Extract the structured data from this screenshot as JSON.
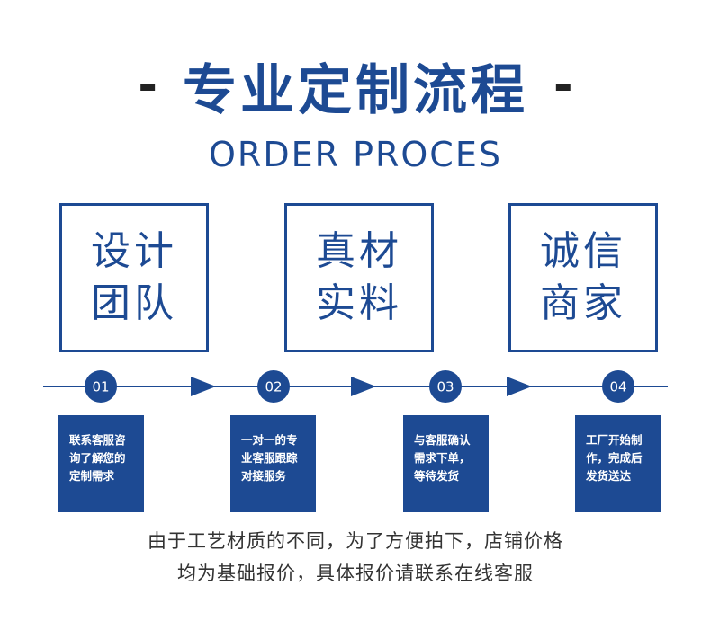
{
  "title": {
    "dash_left": "-",
    "main": "专业定制流程",
    "dash_right": "-"
  },
  "subtitle": "ORDER PROCES",
  "features": [
    {
      "line1": "设计",
      "line2": "团队"
    },
    {
      "line1": "真材",
      "line2": "实料"
    },
    {
      "line1": "诚信",
      "line2": "商家"
    }
  ],
  "steps": [
    {
      "number": "01",
      "lines": [
        "联系客服咨",
        "询了解您的",
        "定制需求"
      ]
    },
    {
      "number": "02",
      "lines": [
        "一对一的专",
        "业客服跟踪",
        "对接服务"
      ]
    },
    {
      "number": "03",
      "lines": [
        "与客服确认",
        "需求下单，",
        "等待发货"
      ]
    },
    {
      "number": "04",
      "lines": [
        "工厂开始制",
        "作，完成后",
        "发货送达"
      ]
    }
  ],
  "note": {
    "line1": "由于工艺材质的不同，为了方便拍下，店铺价格",
    "line2": "均为基础报价，具体报价请联系在线客服"
  },
  "colors": {
    "primary": "#1d4a93",
    "dash": "#222222",
    "note": "#333333",
    "background": "#ffffff"
  }
}
